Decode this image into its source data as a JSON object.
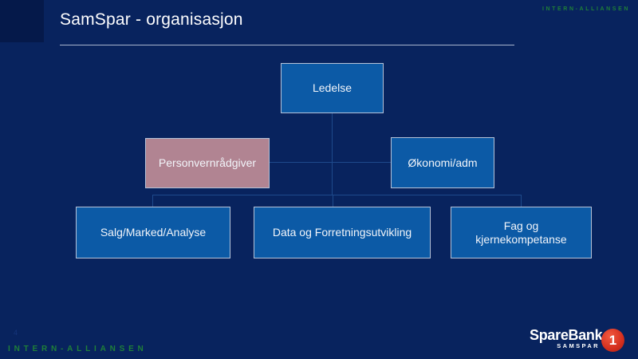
{
  "slide": {
    "title": "SamSpar - organisasjon",
    "watermark_top": "INTERN-ALLIANSEN",
    "watermark_bottom": "INTERN-ALLIANSEN",
    "page_number": "4"
  },
  "org_chart": {
    "nodes": [
      {
        "id": "ledelse",
        "label": "Ledelse",
        "variant": "blue"
      },
      {
        "id": "personvernradgiver",
        "label": "Personvernrådgiver",
        "variant": "rose"
      },
      {
        "id": "okonomi-adm",
        "label": "Økonomi/adm",
        "variant": "blue"
      },
      {
        "id": "salg-marked-analyse",
        "label": "Salg/Marked/Analyse",
        "variant": "blue"
      },
      {
        "id": "data-og-forretningsutvikling",
        "label": "Data og Forretningsutvikling",
        "variant": "blue"
      },
      {
        "id": "fag-og-kjernekompetanse",
        "label": "Fag og kjernekompetanse",
        "variant": "blue"
      }
    ]
  },
  "logo": {
    "brand": "SpareBank",
    "sub_brand": "SAMSPAR",
    "badge_number": "1"
  },
  "colors": {
    "background": "#08235e",
    "corner_accent": "#05194a",
    "node_blue": "#0c5aa6",
    "node_rose": "#b18492",
    "node_border": "#b5c2d8",
    "connector": "#1e4a8c",
    "watermark_green": "#1f8038",
    "logo_red": "#d52f1e",
    "text": "#ffffff"
  }
}
